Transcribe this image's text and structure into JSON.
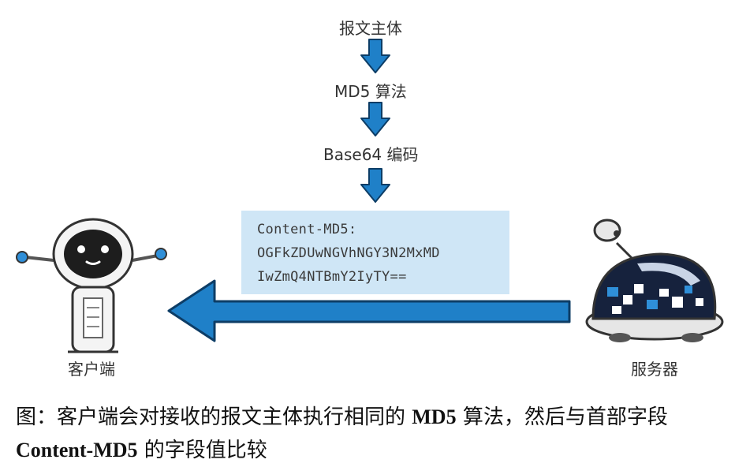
{
  "flow": {
    "steps": [
      "报文主体",
      "MD5 算法",
      "Base64 编码"
    ]
  },
  "header_box": {
    "line1": "Content-MD5:",
    "line2": "OGFkZDUwNGVhNGY3N2MxMD",
    "line3": "IwZmQ4NTBmY2IyTY=="
  },
  "actors": {
    "client": "客户端",
    "server": "服务器"
  },
  "caption": {
    "part1": "图：客户端会对接收的报文主体执行相同的 ",
    "bold1": "MD5",
    "part2": " 算法，然后与首部字段 ",
    "bold2": "Content-MD5",
    "part3": " 的字段值比较"
  },
  "colors": {
    "arrow_blue": "#1f80c8",
    "box_blue": "#cfe6f6",
    "server_body": "#1a2a4a"
  }
}
